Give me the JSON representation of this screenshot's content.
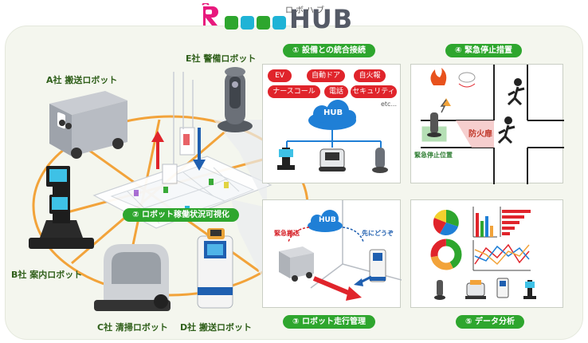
{
  "logo": {
    "brand": "HUB",
    "kana": "ロボハブ",
    "colors": [
      "#e8197d",
      "#1fb3d6",
      "#2ea62e",
      "#1fb3d6"
    ]
  },
  "robots": {
    "a": "A社 搬送ロボット",
    "b": "B社 案内ロボット",
    "c": "C社 清掃ロボット",
    "d": "D社 搬送ロボット",
    "e": "E社 警備ロボット"
  },
  "center": {
    "monitor_label": "② ロボット稼働状況可視化"
  },
  "panel1": {
    "title": "① 設備との統合接続",
    "tags": [
      "EV",
      "自動ドア",
      "自火報",
      "ナースコール",
      "電話",
      "セキュリティ"
    ],
    "etc": "etc...",
    "hub": "HUB"
  },
  "panel3": {
    "title": "③ ロボット走行管理",
    "hub": "HUB",
    "urgent": "緊急搬送",
    "yield": "先にどうぞ"
  },
  "panel4": {
    "title": "④ 緊急停止措置",
    "fire_door": "防火扉",
    "stop_position": "緊急停止位置"
  },
  "panel5": {
    "title": "⑤ データ分析"
  },
  "colors": {
    "green": "#2ea62e",
    "red": "#e0242b",
    "blue": "#1f5fb0",
    "orange": "#f2a33a",
    "panel_bg": "#f4f6ee"
  }
}
